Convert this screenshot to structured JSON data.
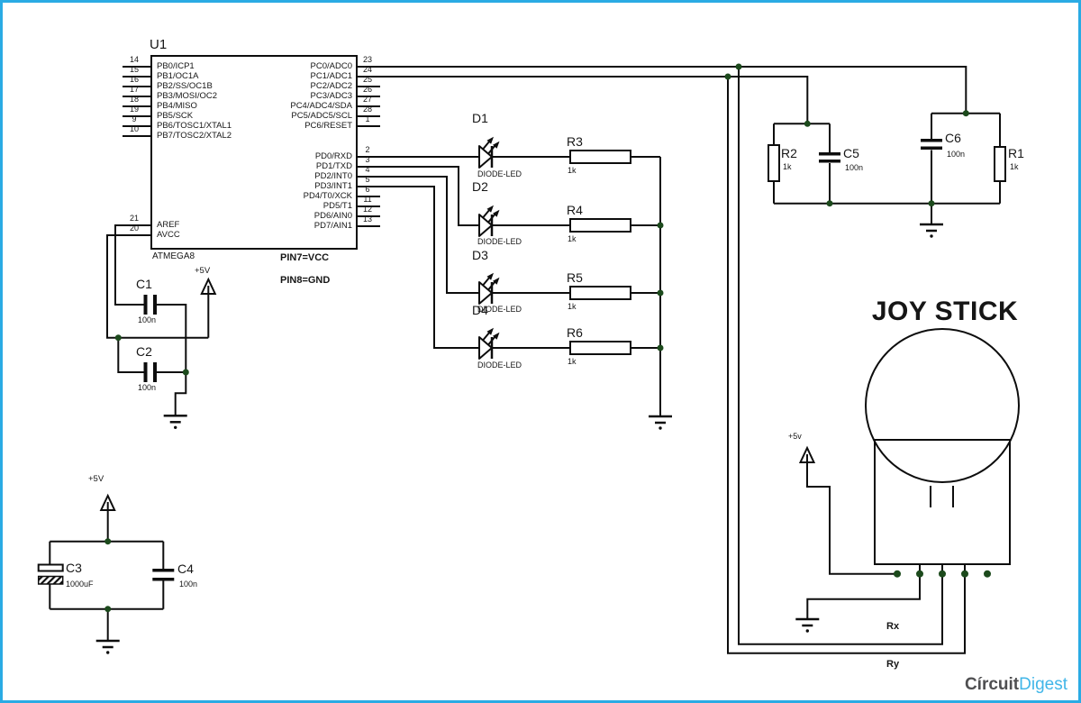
{
  "ic": {
    "ref": "U1",
    "part": "ATMEGA8",
    "note_vcc": "PIN7=VCC",
    "note_gnd": "PIN8=GND",
    "left_pins": [
      {
        "num": "14",
        "label": "PB0/ICP1"
      },
      {
        "num": "15",
        "label": "PB1/OC1A"
      },
      {
        "num": "16",
        "label": "PB2/SS/OC1B"
      },
      {
        "num": "17",
        "label": "PB3/MOSI/OC2"
      },
      {
        "num": "18",
        "label": "PB4/MISO"
      },
      {
        "num": "19",
        "label": "PB5/SCK"
      },
      {
        "num": "9",
        "label": "PB6/TOSC1/XTAL1"
      },
      {
        "num": "10",
        "label": "PB7/TOSC2/XTAL2"
      },
      {
        "num": "21",
        "label": "AREF"
      },
      {
        "num": "20",
        "label": "AVCC"
      }
    ],
    "right_pins": [
      {
        "num": "23",
        "label": "PC0/ADC0"
      },
      {
        "num": "24",
        "label": "PC1/ADC1"
      },
      {
        "num": "25",
        "label": "PC2/ADC2"
      },
      {
        "num": "26",
        "label": "PC3/ADC3"
      },
      {
        "num": "27",
        "label": "PC4/ADC4/SDA"
      },
      {
        "num": "28",
        "label": "PC5/ADC5/SCL"
      },
      {
        "num": "1",
        "label": "PC6/RESET"
      },
      {
        "num": "2",
        "label": "PD0/RXD"
      },
      {
        "num": "3",
        "label": "PD1/TXD"
      },
      {
        "num": "4",
        "label": "PD2/INT0"
      },
      {
        "num": "5",
        "label": "PD3/INT1"
      },
      {
        "num": "6",
        "label": "PD4/T0/XCK"
      },
      {
        "num": "11",
        "label": "PD5/T1"
      },
      {
        "num": "12",
        "label": "PD6/AIN0"
      },
      {
        "num": "13",
        "label": "PD7/AIN1"
      }
    ]
  },
  "leds": [
    {
      "ref": "D1",
      "type": "DIODE-LED"
    },
    {
      "ref": "D2",
      "type": "DIODE-LED"
    },
    {
      "ref": "D3",
      "type": "DIODE-LED"
    },
    {
      "ref": "D4",
      "type": "DIODE-LED"
    }
  ],
  "resistors": {
    "r1": {
      "ref": "R1",
      "value": "1k"
    },
    "r2": {
      "ref": "R2",
      "value": "1k"
    },
    "r3": {
      "ref": "R3",
      "value": "1k"
    },
    "r4": {
      "ref": "R4",
      "value": "1k"
    },
    "r5": {
      "ref": "R5",
      "value": "1k"
    },
    "r6": {
      "ref": "R6",
      "value": "1k"
    }
  },
  "capacitors": {
    "c1": {
      "ref": "C1",
      "value": "100n"
    },
    "c2": {
      "ref": "C2",
      "value": "100n"
    },
    "c3": {
      "ref": "C3",
      "value": "1000uF"
    },
    "c4": {
      "ref": "C4",
      "value": "100n"
    },
    "c5": {
      "ref": "C5",
      "value": "100n"
    },
    "c6": {
      "ref": "C6",
      "value": "100n"
    }
  },
  "power": {
    "main": "+5V",
    "analog": "+5V",
    "joystick": "+5v"
  },
  "joystick": {
    "title": "JOY STICK",
    "rx_label": "Rx",
    "ry_label": "Ry"
  },
  "logo": {
    "part1": "Círcuit",
    "part2": "Digest"
  },
  "colors": {
    "wire": "#0d0d0d",
    "junction": "#1c4a1c",
    "frame": "#2aabe4",
    "logo_gray": "#4f4f51",
    "logo_blue": "#41b6e8"
  }
}
